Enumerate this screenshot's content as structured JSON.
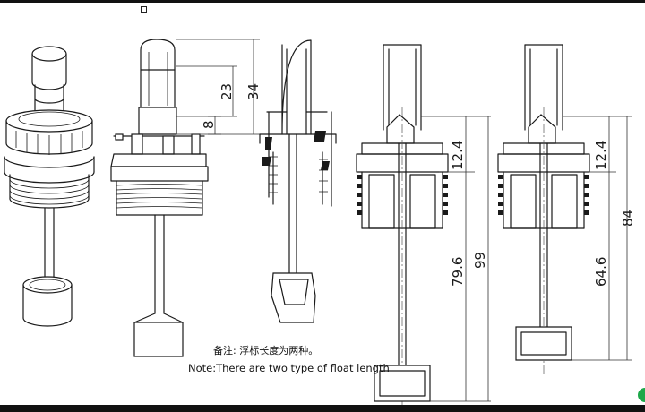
{
  "notes": {
    "chinese": "备注: 浮标长度为两种。",
    "english": "Note:There are two type of float length"
  },
  "dimensions": {
    "front_view": {
      "top_height": "34",
      "cap_height": "23",
      "step_height": "8"
    },
    "section_long": {
      "head_height": "12.4",
      "float_length": "79.6",
      "total_height": "99"
    },
    "section_short": {
      "head_height": "12.4",
      "float_length": "64.6",
      "total_height": "84"
    }
  },
  "colors": {
    "line": "#1a1a1a",
    "status": "#1ea84a"
  }
}
